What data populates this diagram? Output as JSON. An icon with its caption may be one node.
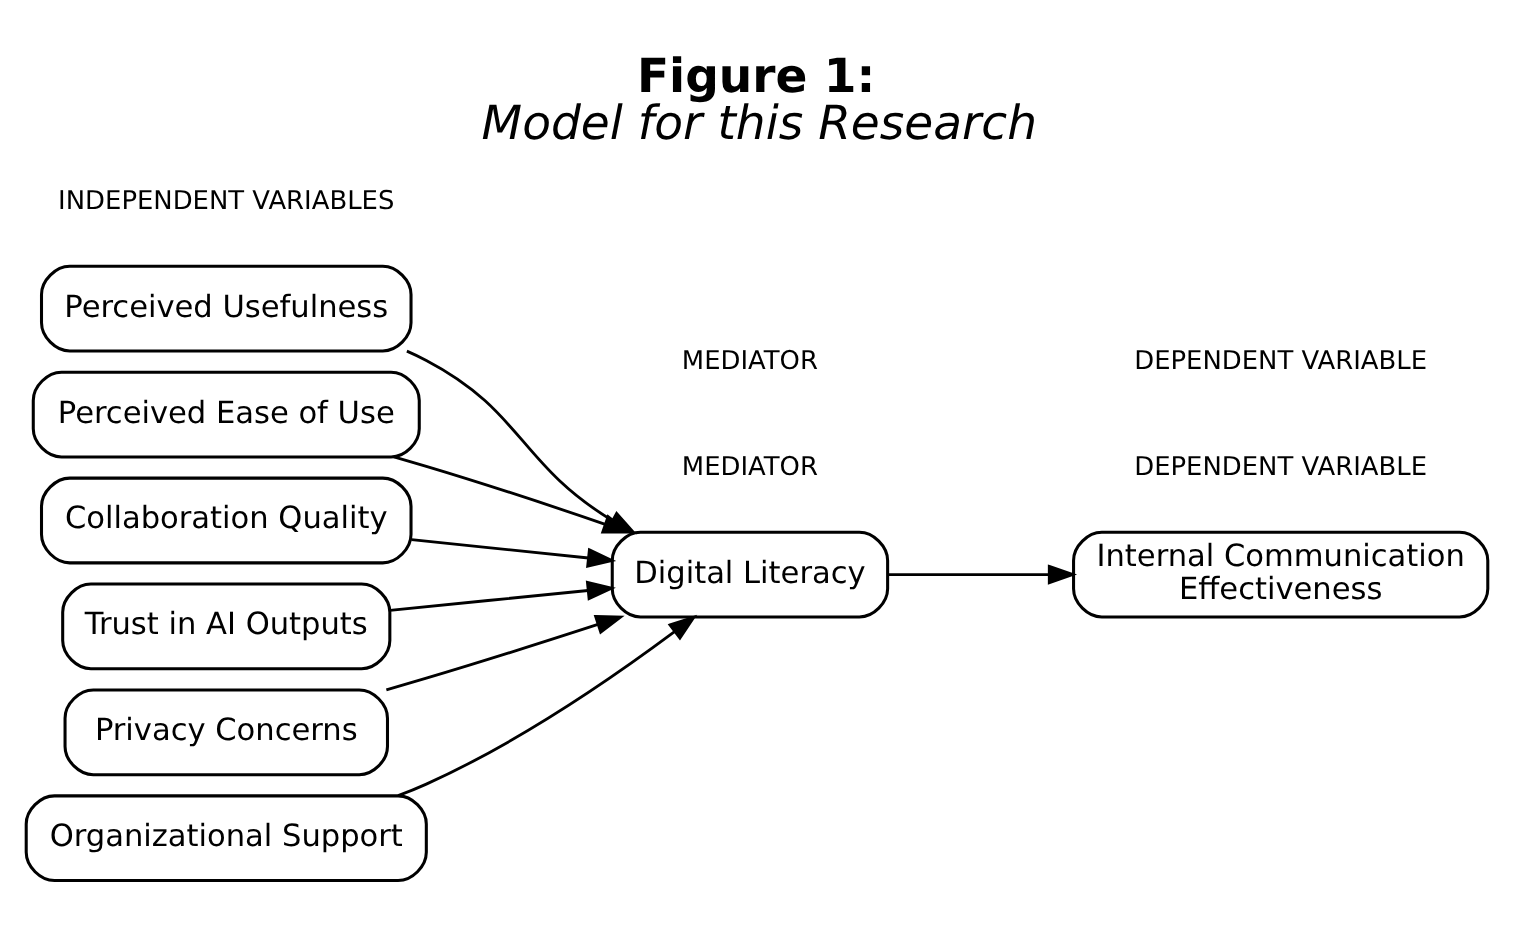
{
  "diagram": {
    "title": "Figure 1:",
    "caption": "Model for this Research",
    "nodes": [
      {
        "text": [
          "Perceived Usefulness"
        ]
      },
      {
        "text": [
          "Perceived Ease of Use"
        ]
      },
      {
        "text": [
          "Collaboration Quality"
        ]
      },
      {
        "text": [
          "Trust in AI Outputs"
        ]
      },
      {
        "text": [
          "Privacy Concerns"
        ]
      },
      {
        "text": [
          "Organizational Support"
        ]
      },
      {
        "text": [
          "Digital Literacy"
        ]
      },
      {
        "text": [
          "Internal Communication Effectiveness"
        ]
      }
    ],
    "edges": [
      {
        "from": 0,
        "to": 6,
        "arrow": "to"
      },
      {
        "from": 1,
        "to": 6,
        "arrow": "to"
      },
      {
        "from": 2,
        "to": 6,
        "arrow": "to"
      },
      {
        "from": 3,
        "to": 6,
        "arrow": "to"
      },
      {
        "from": 4,
        "to": 6,
        "arrow": "to"
      },
      {
        "from": 5,
        "to": 6,
        "arrow": "to"
      },
      {
        "from": 6,
        "to": 7,
        "arrow": "to"
      }
    ],
    "labels": [
      "INDEPENDENT VARIABLES",
      "MEDIATOR",
      "DEPENDENT VARIABLE",
      "MEDIATOR",
      "DEPENDENT VARIABLE"
    ]
  }
}
